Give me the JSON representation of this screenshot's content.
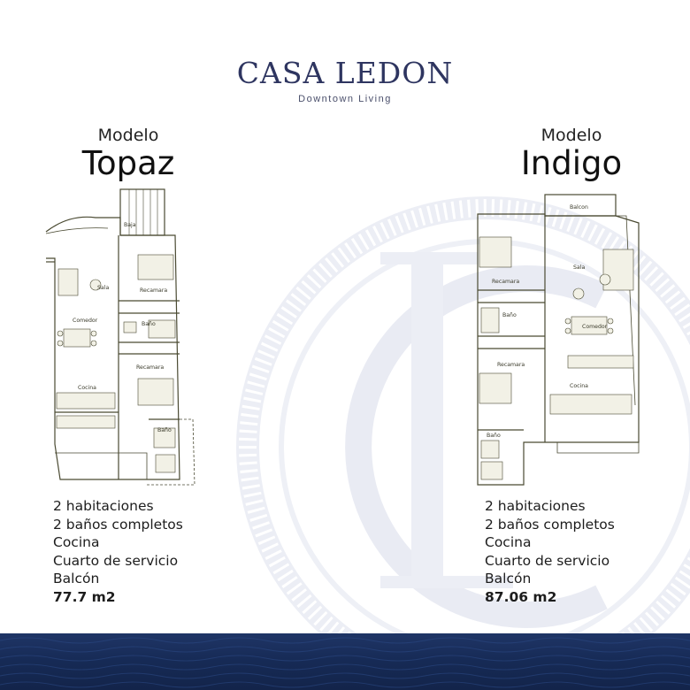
{
  "brand": {
    "name": "CASA LEDON",
    "tagline": "Downtown Living"
  },
  "models": [
    {
      "kicker": "Modelo",
      "name": "Topaz",
      "plan_labels": {
        "baja": "Baja",
        "sala": "Sala",
        "recamara_1": "Recamara",
        "comedor": "Comedor",
        "bano_1": "Baño",
        "recamara_2": "Recamara",
        "cocina": "Cocina",
        "bano_2": "Baño"
      },
      "specs": [
        "2 habitaciones",
        "2 baños completos",
        "Cocina",
        "Cuarto de servicio",
        "Balcón"
      ],
      "area": "77.7 m2"
    },
    {
      "kicker": "Modelo",
      "name": "Indigo",
      "plan_labels": {
        "balcon": "Balcon",
        "sala": "Sala",
        "recamara_1": "Recamara",
        "bano_1": "Baño",
        "comedor": "Comedor",
        "recamara_2": "Recamara",
        "cocina": "Cocina",
        "bano_2": "Baño"
      },
      "specs": [
        "2 habitaciones",
        "2 baños completos",
        "Cocina",
        "Cuarto de servicio",
        "Balcón"
      ],
      "area": "87.06 m2"
    }
  ],
  "colors": {
    "brand_navy": "#2e3560",
    "plan_line": "#4a4a32",
    "plan_fill": "#f7f6ee",
    "footer_band": "#1a2f5e",
    "watermark": "#e9ebf3"
  }
}
